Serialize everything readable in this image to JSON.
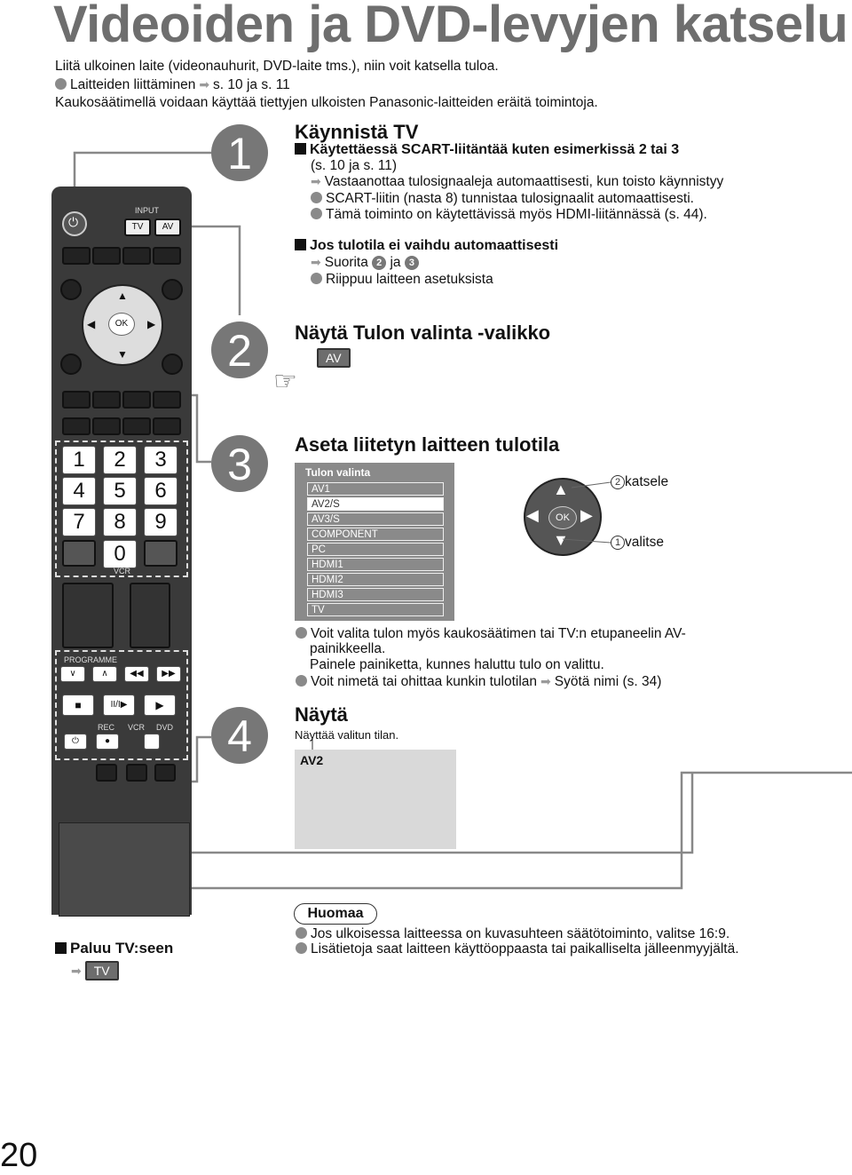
{
  "title": "Videoiden ja DVD-levyjen katselu",
  "intro": {
    "line1": "Liitä ulkoinen laite (videonauhurit, DVD-laite tms.), niin voit katsella tuloa.",
    "line2_a": "Laitteiden liittäminen",
    "line2_b": "s. 10 ja s. 11",
    "line3": "Kaukosäätimellä voidaan käyttää tiettyjen ulkoisten Panasonic-laitteiden eräitä toimintoja."
  },
  "steps": {
    "s1": {
      "number": "1",
      "heading": "Käynnistä TV",
      "sub1_a": "Käytettäessä SCART-liitäntää kuten esimerkissä 2 tai 3",
      "sub1_b": "(s. 10 ja s. 11)",
      "arrow_text": "Vastaanottaa tulosignaaleja automaattisesti, kun toisto käynnistyy",
      "bullet1": "SCART-liitin (nasta 8) tunnistaa tulosignaalit automaattisesti.",
      "bullet2": "Tämä toiminto on käytettävissä myös HDMI-liitännässä (s. 44).",
      "sub2": "Jos tulotila ei vaihdu automaattisesti",
      "sub2_a": "Suorita",
      "sub2_n1": "2",
      "sub2_ja": "ja",
      "sub2_n2": "3",
      "sub2_bullet": "Riippuu laitteen asetuksista"
    },
    "s2": {
      "number": "2",
      "heading": "Näytä Tulon valinta -valikko",
      "button": "AV"
    },
    "s3": {
      "number": "3",
      "heading": "Aseta liitetyn laitteen tulotila",
      "menu_title": "Tulon valinta",
      "menu_items": [
        "AV1",
        "AV2/S",
        "AV3/S",
        "COMPONENT",
        "PC",
        "HDMI1",
        "HDMI2",
        "HDMI3",
        "TV"
      ],
      "ok": "OK",
      "label_watch_num": "2",
      "label_watch": "katsele",
      "label_select_num": "1",
      "label_select": "valitse",
      "bullet1_a": "Voit valita tulon myös kaukosäätimen tai TV:n etupaneelin AV-",
      "bullet1_b": "painikkeella.",
      "bullet1_c": "Painele painiketta, kunnes haluttu tulo on valittu.",
      "bullet2_a": "Voit nimetä tai ohittaa kunkin tulotilan",
      "bullet2_b": "Syötä nimi (s. 34)"
    },
    "s4": {
      "number": "4",
      "heading": "Näytä",
      "text": "Näyttää valitun tilan.",
      "display": "AV2"
    }
  },
  "remote": {
    "input_label": "INPUT",
    "tv": "TV",
    "av": "AV",
    "ok": "OK",
    "keys": [
      "1",
      "2",
      "3",
      "4",
      "5",
      "6",
      "7",
      "8",
      "9",
      "0"
    ],
    "vcr_small": "VCR",
    "programme": "PROGRAMME",
    "rec": "REC",
    "vcr": "VCR",
    "dvd": "DVD"
  },
  "return_tv": {
    "heading": "Paluu TV:seen",
    "button": "TV"
  },
  "notes": {
    "label": "Huomaa",
    "n1": "Jos ulkoisessa laitteessa on kuvasuhteen säätötoiminto, valitse 16:9.",
    "n2": "Lisätietoja saat laitteen käyttöoppaasta tai paikalliselta jälleenmyyjältä."
  },
  "page_number": "20"
}
